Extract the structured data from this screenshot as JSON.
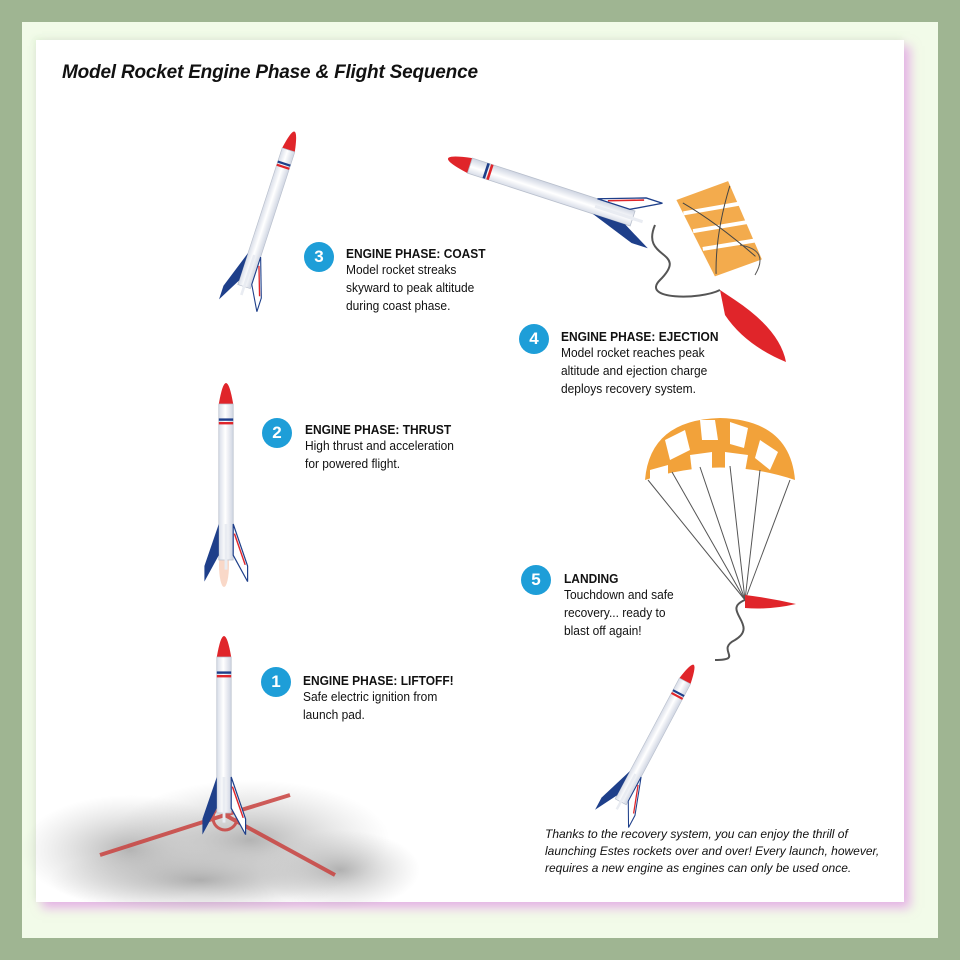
{
  "title": "Model Rocket Engine Phase & Flight Sequence",
  "steps": [
    {
      "num": "1",
      "heading": "ENGINE PHASE: LIFTOFF!",
      "line1": "Safe electric ignition from",
      "line2": "launch pad.",
      "line3": ""
    },
    {
      "num": "2",
      "heading": "ENGINE PHASE: THRUST",
      "line1": "High thrust and acceleration",
      "line2": "for powered flight.",
      "line3": ""
    },
    {
      "num": "3",
      "heading": "ENGINE PHASE: COAST",
      "line1": "Model rocket streaks",
      "line2": "skyward to peak altitude",
      "line3": "during coast phase."
    },
    {
      "num": "4",
      "heading": "ENGINE PHASE: EJECTION",
      "line1": "Model rocket reaches peak",
      "line2": "altitude and ejection charge",
      "line3": "deploys recovery system."
    },
    {
      "num": "5",
      "heading": "LANDING",
      "line1": "Touchdown and safe",
      "line2": "recovery... ready to",
      "line3": "blast off again!"
    }
  ],
  "note": "Thanks to the recovery system, you can enjoy the thrill of launching Estes rockets over and over! Every launch, however, requires a new engine as engines can only be used once.",
  "colors": {
    "accent": "#1e9ed8",
    "nose": "#e0252a",
    "fin": "#1e3f8a",
    "chute_orange": "#f2a23a",
    "frame": "#9fb592"
  }
}
